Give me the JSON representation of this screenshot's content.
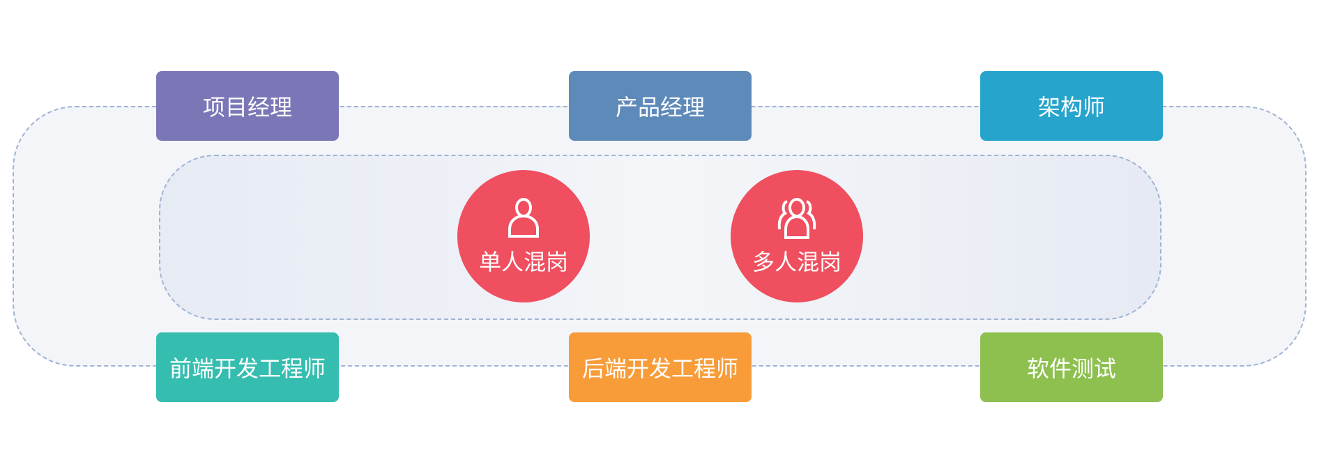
{
  "roles": {
    "top": [
      {
        "label": "项目经理",
        "color": "#7b77b7"
      },
      {
        "label": "产品经理",
        "color": "#5e8aba"
      },
      {
        "label": "架构师",
        "color": "#27a4cc"
      }
    ],
    "bottom": [
      {
        "label": "前端开发工程师",
        "color": "#35beb0"
      },
      {
        "label": "后端开发工程师",
        "color": "#f89c39"
      },
      {
        "label": "软件测试",
        "color": "#8ec050"
      }
    ]
  },
  "modes": [
    {
      "label": "单人混岗",
      "icon": "single-user-icon"
    },
    {
      "label": "多人混岗",
      "icon": "multi-user-icon"
    }
  ],
  "accent": "#ef4f5f"
}
